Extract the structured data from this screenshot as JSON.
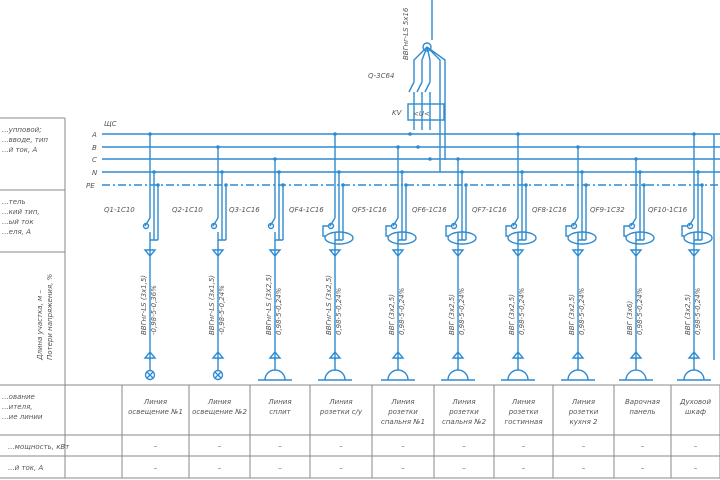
{
  "colors": {
    "line": "#2e8bd0",
    "grid": "#888888",
    "text": "#555555"
  },
  "feed": {
    "cable": "ВВГнг-LS 5х16",
    "breaker": "Q-3С64",
    "relay": "KV",
    "relay_symbol": "<U<"
  },
  "bus": {
    "title": "ЩС",
    "phases": [
      "A",
      "B",
      "C",
      "N",
      "PE"
    ]
  },
  "left_labels": [
    [
      "...упповой;",
      "...вводе, тип",
      "...й ток, А"
    ],
    [
      "...тель",
      "...кий тип,",
      "...ый ток",
      "...еля, А"
    ],
    [
      "Длина участка, м –",
      "Потери напряжения, %"
    ],
    [
      "...ование",
      "...ителя,",
      "...ие линии"
    ],
    [
      "...мощность, кВт"
    ],
    [
      "...й ток, А"
    ]
  ],
  "branches": [
    {
      "breaker": "Q1-1С10",
      "cable": "ВВГнг-LS (3х1,5)",
      "loss": "-0,98-5-0,36%",
      "load": "lamp",
      "name": [
        "Линия",
        "освещение №1"
      ],
      "power": "–",
      "current": "–"
    },
    {
      "breaker": "Q2-1С10",
      "cable": "ВВГнг-LS (3х1,5)",
      "loss": "-0,98-5-0,24%",
      "load": "lamp",
      "name": [
        "Линия",
        "освещение №2"
      ],
      "power": "–",
      "current": "–"
    },
    {
      "breaker": "Q3-1С16",
      "cable": "ВВГнг-LS (3Х2,5)",
      "loss": "0,98-5-0,24%",
      "load": "socket",
      "name": [
        "Линия",
        "сплит"
      ],
      "power": "–",
      "current": "–"
    },
    {
      "breaker": "QF4-1С16",
      "cable": "ВВГнг-LS (3х2,5)",
      "loss": "0,98-5-0,24%",
      "load": "socket",
      "name": [
        "Линия",
        "розетки с/у"
      ],
      "power": "–",
      "current": "–"
    },
    {
      "breaker": "QF5-1С16",
      "cable": "ВВГ (3х2,5)",
      "loss": "0,98-5-0,24%",
      "load": "socket",
      "name": [
        "Линия",
        "розетки",
        "спальня №1"
      ],
      "power": "–",
      "current": "–"
    },
    {
      "breaker": "QF6-1С16",
      "cable": "ВВГ (3х2,5)",
      "loss": "0,98-5-0,24%",
      "load": "socket",
      "name": [
        "Линия",
        "розетки",
        "спальня №2"
      ],
      "power": "–",
      "current": "–"
    },
    {
      "breaker": "QF7-1С16",
      "cable": "ВВГ (3х2,5)",
      "loss": "0,98-5-0,24%",
      "load": "socket",
      "name": [
        "Линия",
        "розетки",
        "гостинная"
      ],
      "power": "–",
      "current": "–"
    },
    {
      "breaker": "QF8-1С16",
      "cable": "ВВГ (3х2,5)",
      "loss": "0,98-5-0,24%",
      "load": "socket",
      "name": [
        "Линия",
        "розетки",
        "кухня 2"
      ],
      "power": "–",
      "current": "–"
    },
    {
      "breaker": "QF9-1С32",
      "cable": "ВВГ (3х6)",
      "loss": "0,98-5-0,24%",
      "load": "socket",
      "name": [
        "Варочная",
        "панель"
      ],
      "power": "–",
      "current": "–"
    },
    {
      "breaker": "QF10-1С16",
      "cable": "ВВГ (3х2,5)",
      "loss": "0,98-5-0,24%",
      "load": "socket",
      "name": [
        "Духовой",
        "шкаф"
      ],
      "power": "–",
      "current": "–"
    }
  ]
}
